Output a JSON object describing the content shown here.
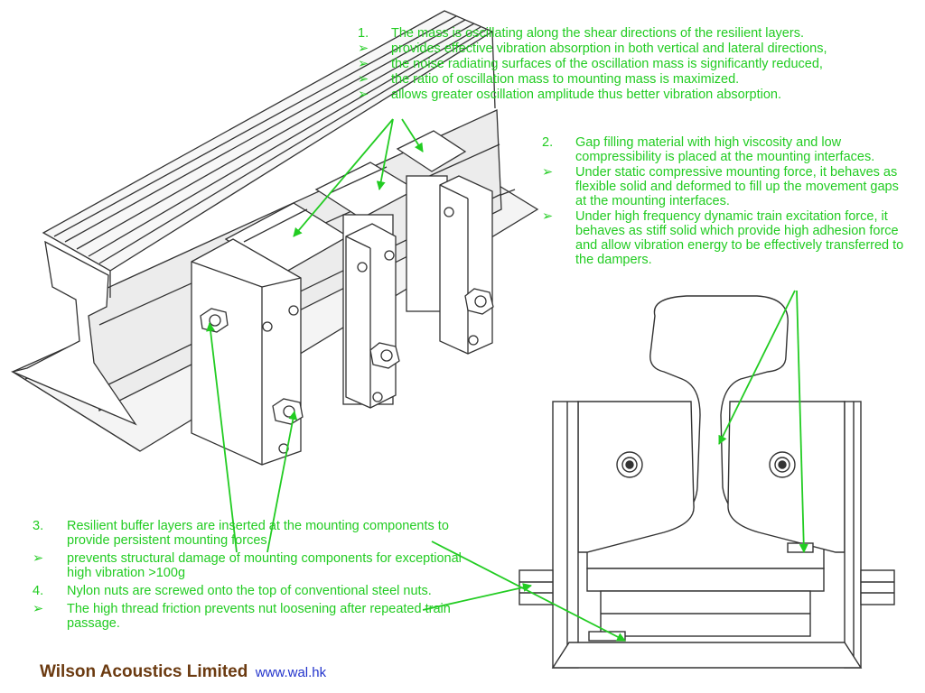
{
  "note1": {
    "number": "1.",
    "heading": "The mass is oscillating along the shear directions of the resilient layers.",
    "bullets": [
      "provides effective vibration absorption in both vertical and lateral directions,",
      "the noise radiating surfaces of the oscillation mass is significantly reduced,",
      "the ratio of oscillation mass to mounting mass is maximized.",
      "allows greater oscillation amplitude thus better vibration absorption."
    ]
  },
  "note2": {
    "number": "2.",
    "heading": "Gap filling material with high viscosity and low compressibility is placed at the mounting interfaces.",
    "bullets": [
      "Under static compressive mounting force, it behaves as flexible solid and deformed to fill up the movement gaps at the mounting interfaces.",
      "Under high frequency dynamic train excitation force, it behaves as stiff solid which provide high adhesion force and allow vibration energy to be effectively transferred to the dampers."
    ]
  },
  "note3": {
    "number": "3.",
    "heading": "Resilient buffer layers are inserted at the mounting components to provide persistent mounting forces.",
    "bullet": "prevents structural damage of mounting components for exceptional high vibration >100g"
  },
  "note4": {
    "number": "4.",
    "heading": "Nylon nuts are screwed onto the top of conventional steel nuts.",
    "bullet": "The high thread friction prevents nut loosening after repeated train passage."
  },
  "bullet_marker": "➢",
  "footer": {
    "company": "Wilson Acoustics Limited",
    "url": "www.wal.hk"
  },
  "colors": {
    "annotation": "#22cc22",
    "company": "#6b3a10",
    "url": "#2233cc",
    "drawing": "#333333"
  }
}
